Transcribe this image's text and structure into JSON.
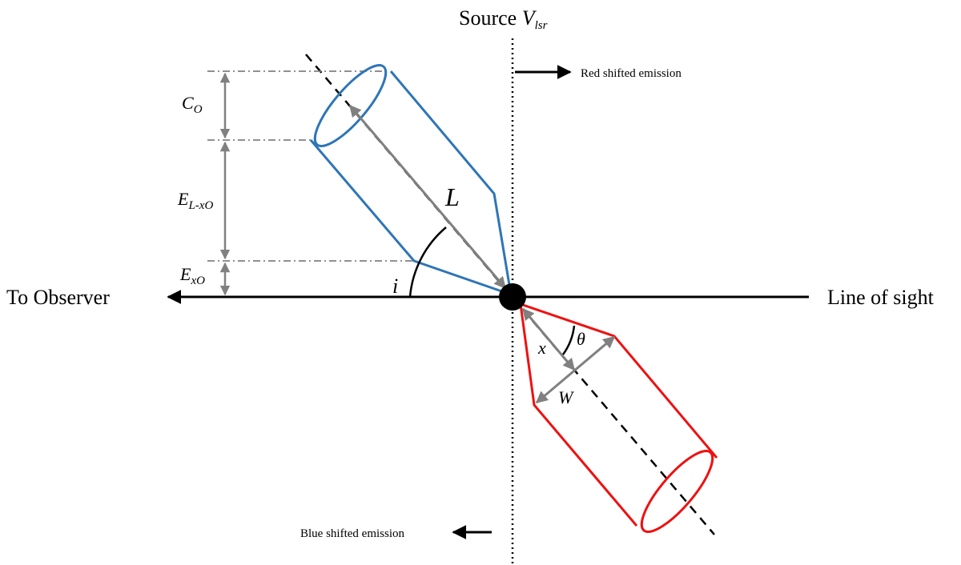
{
  "labels": {
    "source_prefix": "Source ",
    "source_v": "V",
    "source_sub": "lsr",
    "red_shifted": "Red shifted emission",
    "blue_shifted": "Blue shifted emission",
    "to_observer": "To Observer",
    "line_of_sight": "Line of sight",
    "L": "L",
    "i": "i",
    "x": "x",
    "theta": "θ",
    "W": "W",
    "C_main": "C",
    "C_sub": "O",
    "E_mid_main": "E",
    "E_mid_sub": "L-xO",
    "E_low_main": "E",
    "E_low_sub": "xO"
  },
  "colors": {
    "blue_lobe": "#2e75b6",
    "red_lobe": "#ee1111",
    "dimension_gray": "#808080",
    "axis": "#000000"
  }
}
